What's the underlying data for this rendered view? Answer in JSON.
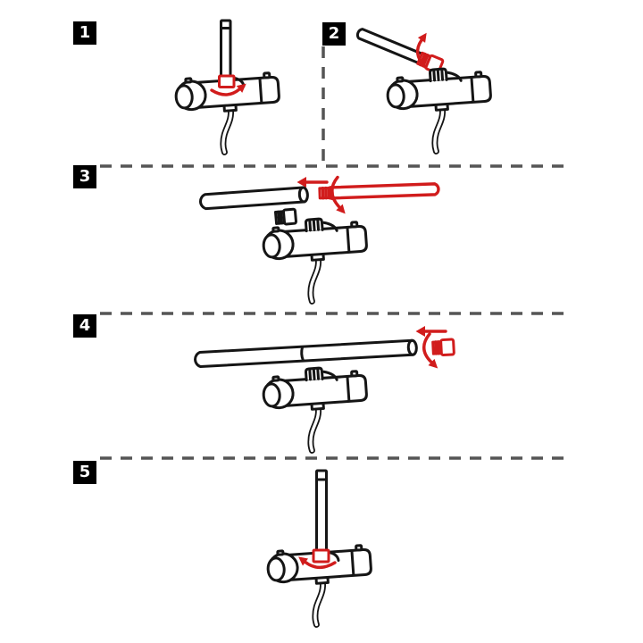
{
  "page": {
    "background_color": "#ffffff",
    "kind": "assembly-instruction-diagram",
    "subject": "thermostatic-shower-mixer"
  },
  "colors": {
    "line_black": "#151515",
    "accent_red": "#d11c1c",
    "dash_gray": "#555555",
    "step_box_bg": "#000000",
    "step_box_text": "#ffffff"
  },
  "steps": [
    {
      "label": "1",
      "icons": [
        "shower-mixer-icon",
        "vertical-pipe-icon",
        "union-collar-highlight-icon",
        "rotate-right-arrow-icon",
        "shower-hose-icon"
      ]
    },
    {
      "label": "2",
      "icons": [
        "shower-mixer-icon",
        "detached-pipe-icon",
        "threaded-adapter-highlight-icon",
        "unscrew-rotation-arrow-icon",
        "shower-hose-icon"
      ]
    },
    {
      "label": "3",
      "icons": [
        "shower-mixer-icon",
        "pipe-section-icon",
        "extension-pipe-highlight-icon",
        "loose-nut-icon",
        "insert-left-arrow-icon",
        "screw-rotation-arrow-icon",
        "shower-hose-icon"
      ]
    },
    {
      "label": "4",
      "icons": [
        "shower-mixer-icon",
        "joined-long-pipe-icon",
        "threaded-adapter-highlight-icon",
        "insert-left-arrow-icon",
        "screw-rotation-arrow-icon",
        "shower-hose-icon"
      ]
    },
    {
      "label": "5",
      "icons": [
        "shower-mixer-icon",
        "vertical-pipe-icon",
        "union-collar-highlight-icon",
        "rotate-left-arrow-icon",
        "shower-hose-icon"
      ]
    }
  ]
}
